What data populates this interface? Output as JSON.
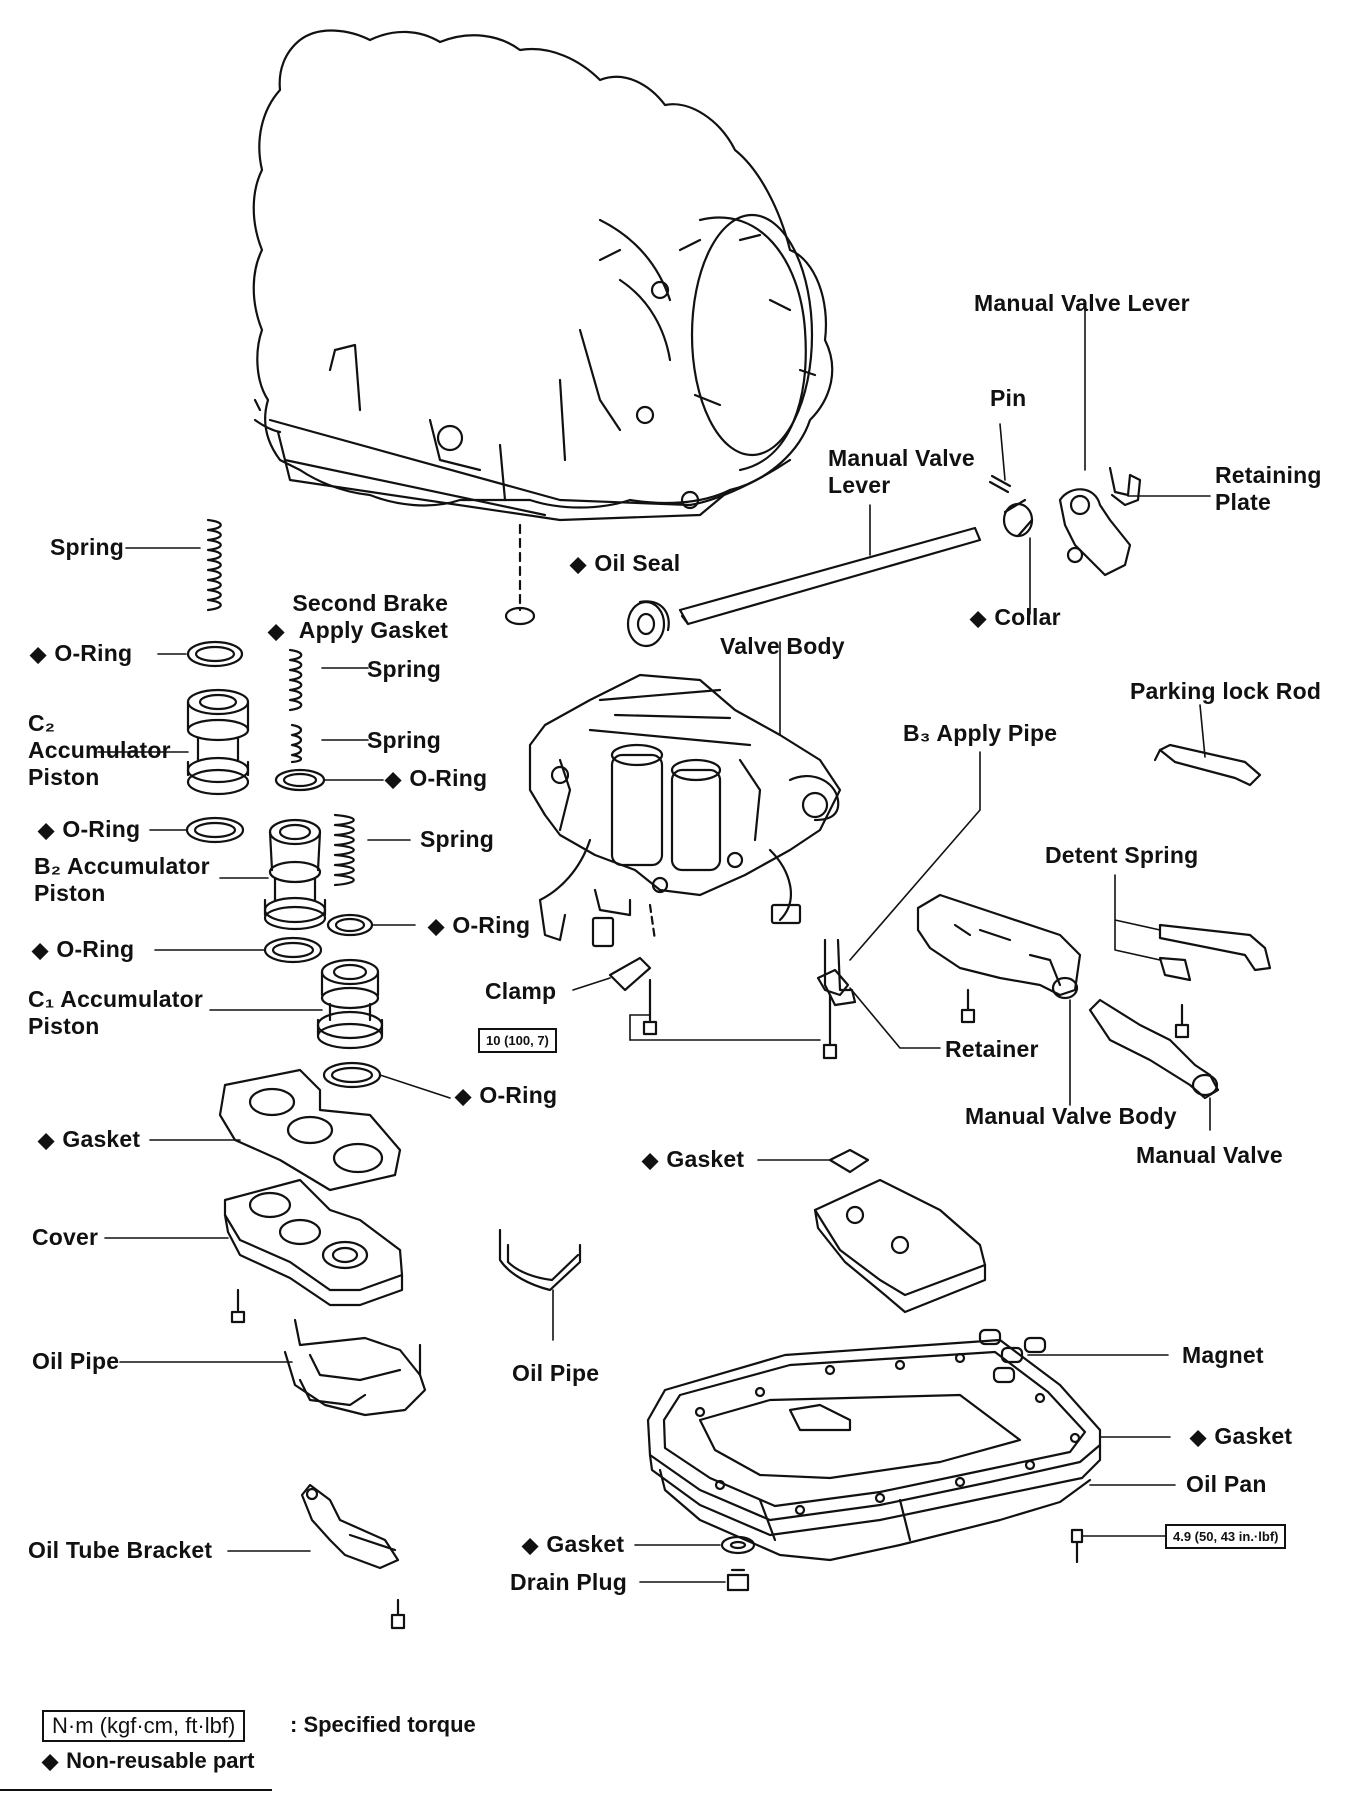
{
  "labels": {
    "manual_valve_lever_top": "Manual Valve Lever",
    "pin": "Pin",
    "manual_valve_lever_shaft": "Manual Valve\nLever",
    "retaining_plate": "Retaining\nPlate",
    "oil_seal": "Oil Seal",
    "collar": "Collar",
    "spring_1": "Spring",
    "second_brake_gasket": "Second Brake\nApply Gasket",
    "o_ring_1": "O-Ring",
    "spring_2": "Spring",
    "valve_body": "Valve Body",
    "parking_lock_rod": "Parking lock Rod",
    "c2_piston": "C₂\nAccumulator\nPiston",
    "spring_3": "Spring",
    "o_ring_2": "O-Ring",
    "b3_apply_pipe": "B₃ Apply Pipe",
    "o_ring_3": "O-Ring",
    "spring_4": "Spring",
    "b2_piston": "B₂ Accumulator\nPiston",
    "detent_spring": "Detent Spring",
    "o_ring_4": "O-Ring",
    "o_ring_5": "O-Ring",
    "c1_piston": "C₁ Accumulator\nPiston",
    "clamp": "Clamp",
    "retainer": "Retainer",
    "o_ring_6": "O-Ring",
    "gasket_1": "Gasket",
    "manual_valve_body": "Manual Valve Body",
    "gasket_2": "Gasket",
    "manual_valve": "Manual Valve",
    "cover": "Cover",
    "oil_pipe_1": "Oil Pipe",
    "oil_pipe_2": "Oil Pipe",
    "magnet": "Magnet",
    "gasket_3": "Gasket",
    "oil_pan": "Oil Pan",
    "oil_tube_bracket": "Oil Tube Bracket",
    "gasket_4": "Gasket",
    "drain_plug": "Drain Plug"
  },
  "torque": {
    "valve_body_bolt": "10 (100, 7)",
    "oil_pan_bolt": "4.9 (50, 43 in.·lbf)"
  },
  "legend": {
    "unit_box": "N·m (kgf·cm, ft·lbf)",
    "unit_text": ": Specified torque",
    "non_reusable": "Non-reusable part"
  }
}
